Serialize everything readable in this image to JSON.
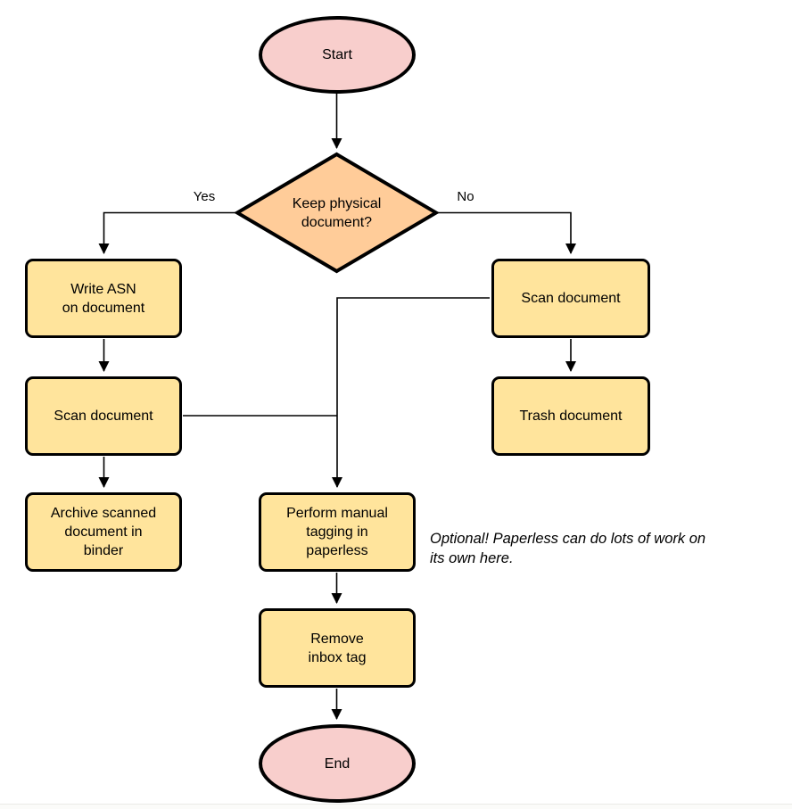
{
  "diagram": {
    "type": "flowchart",
    "nodes": {
      "start": {
        "label": "Start",
        "shape": "ellipse"
      },
      "decision": {
        "label": "Keep physical\ndocument?",
        "shape": "diamond"
      },
      "write_asn": {
        "label": "Write ASN\non document",
        "shape": "rounded-rect"
      },
      "scan_left": {
        "label": "Scan document",
        "shape": "rounded-rect"
      },
      "archive": {
        "label": "Archive scanned\ndocument in\nbinder",
        "shape": "rounded-rect"
      },
      "scan_right": {
        "label": "Scan document",
        "shape": "rounded-rect"
      },
      "trash": {
        "label": "Trash document",
        "shape": "rounded-rect"
      },
      "tagging": {
        "label": "Perform manual\ntagging in\npaperless",
        "shape": "rounded-rect"
      },
      "remove_inbox": {
        "label": "Remove\ninbox tag",
        "shape": "rounded-rect"
      },
      "end": {
        "label": "End",
        "shape": "ellipse"
      }
    },
    "edge_labels": {
      "yes": "Yes",
      "no": "No"
    },
    "edges": [
      "start -> decision",
      "decision -(Yes)-> write_asn",
      "decision -(No)-> scan_right",
      "write_asn -> scan_left",
      "scan_left -> archive",
      "scan_left -> tagging",
      "scan_right -> trash",
      "scan_right -> tagging",
      "tagging -> remove_inbox",
      "remove_inbox -> end"
    ],
    "annotation": "Optional! Paperless can do lots of work on\nits own here.",
    "colors": {
      "terminal_fill": "#f8cecc",
      "decision_fill": "#ffcc99",
      "process_fill": "#ffe49c",
      "stroke": "#000000",
      "background": "#ffffff"
    }
  }
}
